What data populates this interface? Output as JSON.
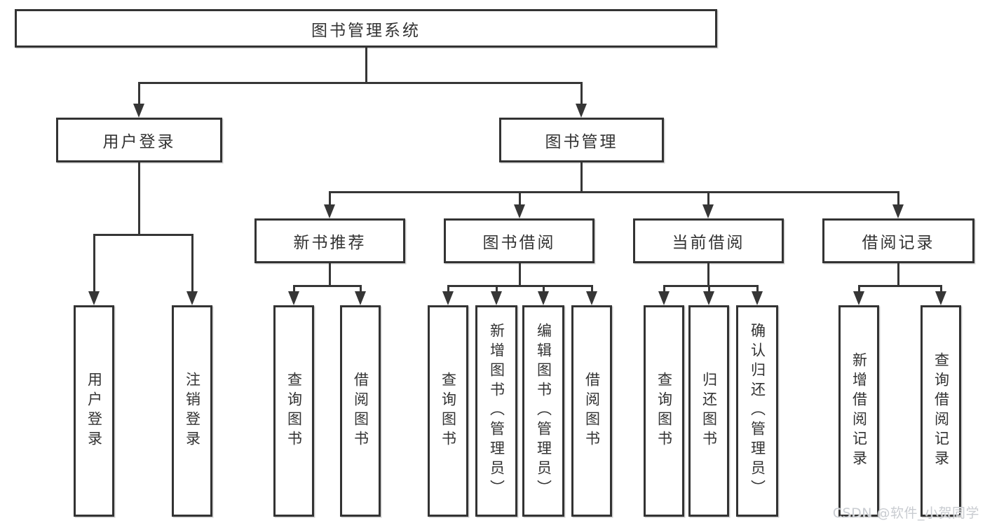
{
  "tree": {
    "root": "图书管理系统",
    "branches": [
      {
        "label": "用户登录",
        "children": [
          "用户登录",
          "注销登录"
        ]
      },
      {
        "label": "图书管理",
        "groups": [
          {
            "label": "新书推荐",
            "children": [
              "查询图书",
              "借阅图书"
            ]
          },
          {
            "label": "图书借阅",
            "children": [
              "查询图书",
              "新增图书（管理员）",
              "编辑图书（管理员）",
              "借阅图书"
            ]
          },
          {
            "label": "当前借阅",
            "children": [
              "查询图书",
              "归还图书",
              "确认归还（管理员）"
            ]
          },
          {
            "label": "借阅记录",
            "children": [
              "新增借阅记录",
              "查询借阅记录"
            ]
          }
        ]
      }
    ]
  },
  "watermark": "CSDN @软件_小贺同学",
  "colors": {
    "line": "#363636",
    "border": "#333333",
    "text": "#333333",
    "bg": "#ffffff",
    "watermark": "#c9ccd1"
  }
}
